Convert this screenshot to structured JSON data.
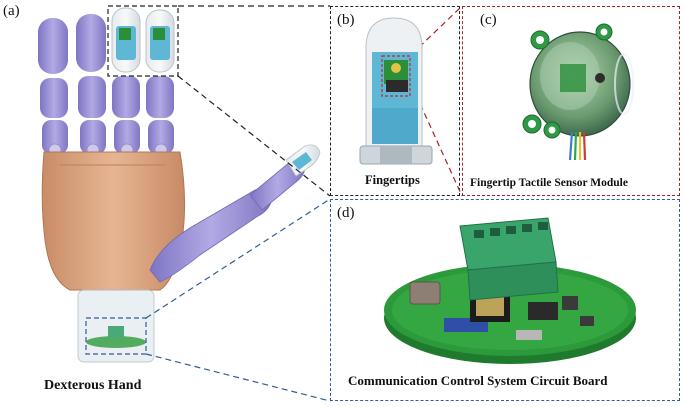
{
  "panels": {
    "a": {
      "label": "(a)",
      "caption": "Dexterous Hand"
    },
    "b": {
      "label": "(b)",
      "caption": "Fingertips"
    },
    "c": {
      "label": "(c)",
      "caption": "Fingertip Tactile Sensor Module"
    },
    "d": {
      "label": "(d)",
      "caption": "Communication Control System Circuit Board"
    }
  },
  "colors": {
    "finger_purple": "#9b93d6",
    "palm_tan": "#d9a27c",
    "sensor_blue": "#5fb7d6",
    "board_green": "#2c9a3a",
    "connector_green": "#3aa56b",
    "box_b_border": "#222222",
    "box_c_border": "#a3242a",
    "box_d_border": "#2f5f96"
  }
}
